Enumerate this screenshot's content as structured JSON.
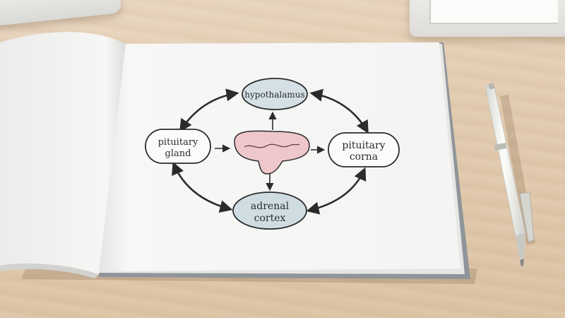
{
  "nodes": {
    "top": {
      "label": "hypothalamus"
    },
    "left": {
      "lines": [
        "pituitary",
        "gland"
      ]
    },
    "right": {
      "lines": [
        "pituitary",
        "corna"
      ]
    },
    "bottom": {
      "lines": [
        "adrenal",
        "cortex"
      ]
    }
  },
  "colors": {
    "node_top_fill": "#d4e0e6",
    "node_bottom_fill": "#cfdde3",
    "center_blob_fill": "#eec7cb",
    "paper": "#f7f7f6",
    "ink": "#2b2b2b"
  }
}
